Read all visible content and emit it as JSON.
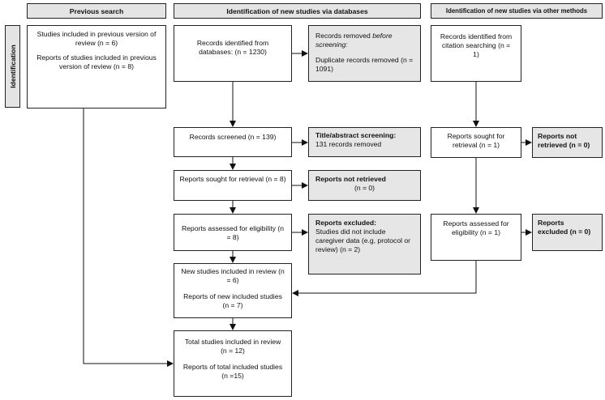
{
  "headers": {
    "previous": "Previous search",
    "databases": "Identification of new studies via databases",
    "other": "Identification of new studies via other methods"
  },
  "side_label": "Identification",
  "previous": {
    "studies": "Studies included in previous version of review (n = 6)",
    "reports": "Reports of studies included in previous version of review (n = 8)"
  },
  "db": {
    "identified": "Records identified from databases: (n = 1230)",
    "removed_title_a": "Records removed ",
    "removed_title_b": "before screening:",
    "removed_detail": "Duplicate records removed (n = 1091)",
    "screened": "Records screened (n = 139)",
    "screen_removed_title": "Title/abstract screening:",
    "screen_removed_detail": "131 records removed",
    "sought": "Reports sought for retrieval (n = 8)",
    "not_retrieved_title": "Reports not retrieved",
    "not_retrieved_detail": "(n = 0)",
    "assessed": "Reports assessed for eligibility (n = 8)",
    "excluded_title": "Reports excluded:",
    "excluded_detail": "Studies did not include caregiver data (e.g, protocol or review) (n = 2)",
    "new_studies": "New studies included in review (n = 6)",
    "new_reports": "Reports of new included studies (n = 7)",
    "total_studies": "Total studies included in review (n = 12)",
    "total_reports": "Reports of total included studies (n =15)"
  },
  "other": {
    "identified": "Records identified from citation searching (n = 1)",
    "sought": "Reports sought for retrieval (n = 1)",
    "not_retrieved_a": "Reports not",
    "not_retrieved_b": "retrieved (n = 0)",
    "assessed": "Reports assessed for eligibility (n = 1)",
    "excluded_a": "Reports",
    "excluded_b": "excluded (n = 0)"
  }
}
